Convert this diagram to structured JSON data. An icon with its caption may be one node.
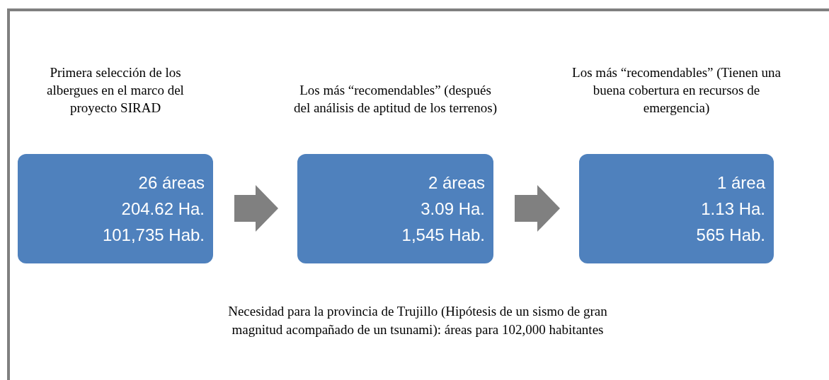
{
  "diagram": {
    "nodes": [
      {
        "text": [
          "Primera selección de los albergues en el marco del proyecto SIRAD",
          "26 áreas",
          "204.62 Ha.",
          "101,735 Hab."
        ]
      },
      {
        "text": [
          "Los más “recomendables” (después del análisis de aptitud de los terrenos)",
          "2 áreas",
          "3.09 Ha.",
          "1,545 Hab."
        ]
      },
      {
        "text": [
          "Los más “recomendables” (Tienen una buena cobertura en recursos de emergencia)",
          "1 área",
          "1.13 Ha.",
          "565 Hab."
        ]
      }
    ],
    "edges": [
      {
        "from": 0,
        "to": 1,
        "arrow": "to"
      },
      {
        "from": 1,
        "to": 2,
        "arrow": "to"
      }
    ],
    "labels": [
      "Necesidad para la provincia de Trujillo (Hipótesis de un sismo de gran magnitud acompañado de un tsunami): áreas para 102,000 habitantes"
    ]
  }
}
